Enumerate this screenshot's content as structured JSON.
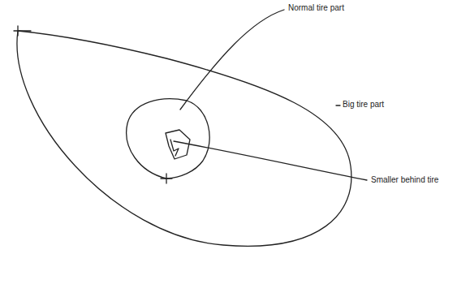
{
  "diagram": {
    "labels": [
      "Normal tire part",
      "Big tire part",
      "Smaller behind tire"
    ]
  }
}
